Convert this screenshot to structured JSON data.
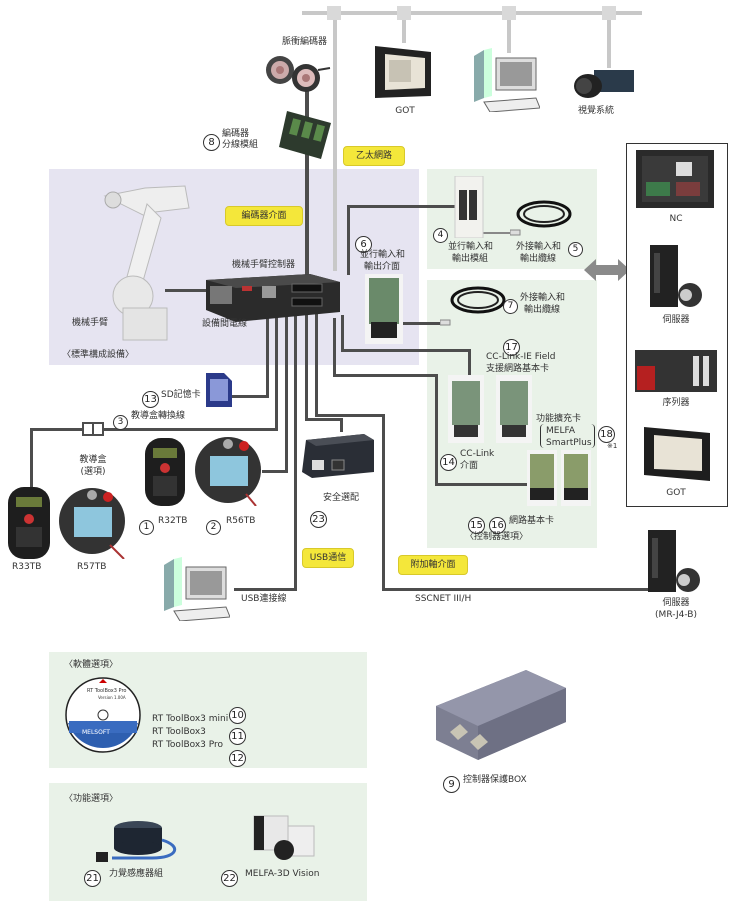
{
  "network": {
    "ethernet_label": "乙太網路",
    "got_top_label": "GOT",
    "vision_label": "視覺系統",
    "pulse_encoder_label": "脈衝編碼器",
    "encoder_splitter": {
      "number": "8",
      "label_line1": "編碼器",
      "label_line2": "分線模組"
    }
  },
  "standard_config": {
    "encoder_interface_label": "編碼器介面",
    "robot_label": "機械手臂",
    "standard_note": "〈標準構成設備〉",
    "controller_label": "機械手臂控制器",
    "wiring_label": "設備間電線",
    "parallel_io_interface": {
      "number": "6",
      "label_line1": "並行輸入和",
      "label_line2": "輸出介面"
    }
  },
  "io_panel": {
    "parallel_io_unit": {
      "number": "4",
      "label_line1": "並行輸入和",
      "label_line2": "輸出模組"
    },
    "external_io_cable_5": {
      "number": "5",
      "label_line1": "外接輸入和",
      "label_line2": "輸出纜線"
    }
  },
  "options_panel": {
    "external_io_cable_7": {
      "number": "7",
      "label_line1": "外接輸入和",
      "label_line2": "輸出纜線"
    },
    "cc_link_ie": {
      "number": "17",
      "label_line1": "CC-Link-IE Field",
      "label_line2": "支援網路基本卡"
    },
    "cc_link": {
      "number": "14",
      "label_line1": "CC-Link",
      "label_line2": "介面"
    },
    "smartplus": {
      "number": "18",
      "label_line1": "功能擴充卡",
      "label_line2": "MELFA",
      "label_line3": "SmartPlus",
      "note": "※1"
    },
    "network_base_card": {
      "number_a": "15",
      "number_b": "16",
      "label": "網路基本卡",
      "note": "〈控制器選項〉"
    }
  },
  "external_devices": {
    "items": [
      {
        "label": "NC"
      },
      {
        "label": "伺服器"
      },
      {
        "label": "序列器"
      },
      {
        "label": "GOT"
      }
    ]
  },
  "teaching": {
    "sd_card": {
      "number": "13",
      "label": "SD記憶卡"
    },
    "tb_cable": {
      "number": "3",
      "label": "教導盒轉換線"
    },
    "teaching_pendant_label_line1": "教導盒",
    "teaching_pendant_label_line2": "(選項)",
    "r33tb": "R33TB",
    "r57tb": "R57TB",
    "r32tb": {
      "number": "1",
      "label": "R32TB"
    },
    "r56tb": {
      "number": "2",
      "label": "R56TB"
    }
  },
  "safety": {
    "number": "23",
    "label": "安全選配"
  },
  "usb": {
    "badge": "USB通信",
    "cable_label": "USB連接線"
  },
  "additional_axis": {
    "badge": "附加軸介面",
    "network_label": "SSCNET III/H",
    "servo_label_line1": "伺服器",
    "servo_label_line2": "(MR-J4-B)"
  },
  "software_options": {
    "title": "〈軟體選項〉",
    "disc": {
      "brand": "MELSOFT",
      "title": "RT ToolBox3 Pro",
      "version": "Version 1.00A"
    },
    "items": [
      {
        "number": "10",
        "label": "RT ToolBox3 mini"
      },
      {
        "number": "11",
        "label": "RT ToolBox3"
      },
      {
        "number": "12",
        "label": "RT ToolBox3 Pro"
      }
    ]
  },
  "protection_box": {
    "number": "9",
    "label": "控制器保護BOX"
  },
  "function_options": {
    "title": "〈功能選項〉",
    "force_sensor": {
      "number": "21",
      "label": "力覺感應器組"
    },
    "vision_3d": {
      "number": "22",
      "label": "MELFA-3D Vision"
    }
  }
}
